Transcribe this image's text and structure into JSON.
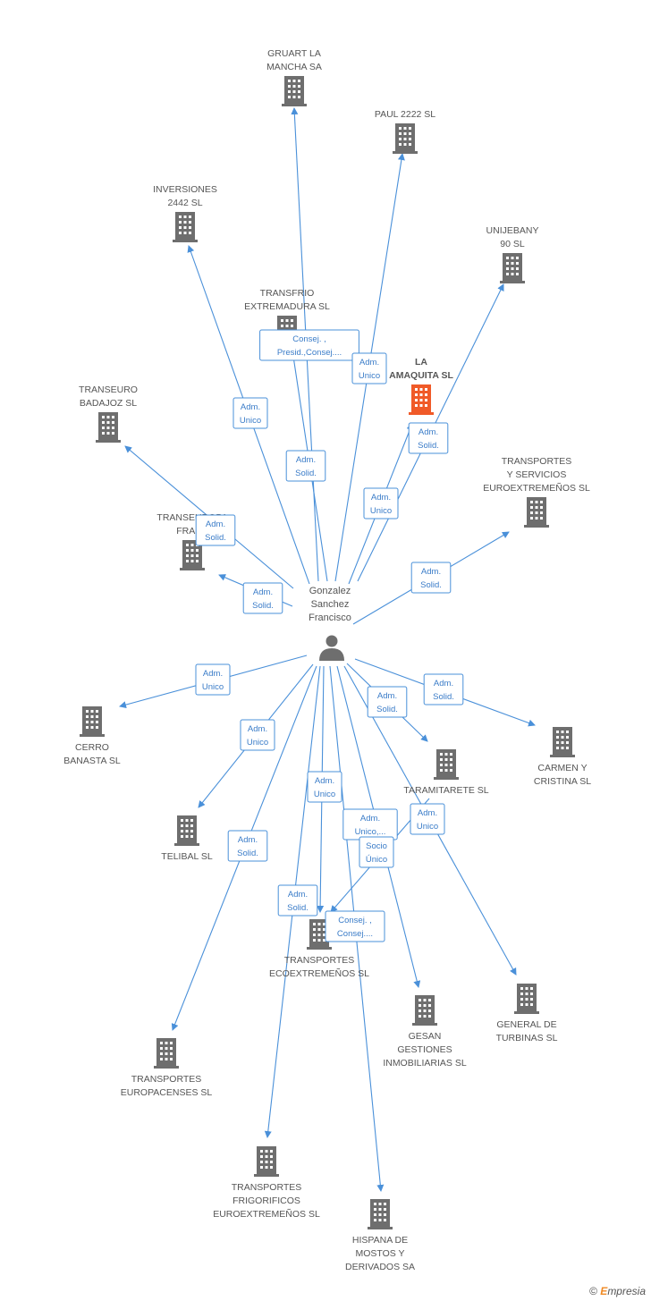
{
  "center": {
    "name_lines": [
      "Gonzalez",
      "Sanchez",
      "Francisco"
    ]
  },
  "companies": [
    {
      "id": "gruart",
      "lines": [
        "GRUART LA",
        "MANCHA SA"
      ],
      "highlight": false
    },
    {
      "id": "paul",
      "lines": [
        "PAUL 2222 SL"
      ],
      "highlight": false
    },
    {
      "id": "inversiones",
      "lines": [
        "INVERSIONES",
        "2442 SL"
      ],
      "highlight": false
    },
    {
      "id": "unijebany",
      "lines": [
        "UNIJEBANY",
        "90 SL"
      ],
      "highlight": false
    },
    {
      "id": "transfrio",
      "lines": [
        "TRANSFRIO",
        "EXTREMADURA SL"
      ],
      "highlight": false
    },
    {
      "id": "lamaquita",
      "lines": [
        "LA",
        "AMAQUITA SL"
      ],
      "highlight": true
    },
    {
      "id": "transeuro",
      "lines": [
        "TRANSEURO",
        "BADAJOZ SL"
      ],
      "highlight": false
    },
    {
      "id": "transervicios",
      "lines": [
        "TRANSPORTES",
        "Y SERVICIOS",
        "EUROEXTREMEÑOS SL"
      ],
      "highlight": false
    },
    {
      "id": "transeuropa",
      "lines": [
        "TRANSEUROPA",
        "FRANY"
      ],
      "highlight": false
    },
    {
      "id": "cerro",
      "lines": [
        "CERRO",
        "BANASTA SL"
      ],
      "highlight": false
    },
    {
      "id": "carmen",
      "lines": [
        "CARMEN Y",
        "CRISTINA SL"
      ],
      "highlight": false
    },
    {
      "id": "taramitarete",
      "lines": [
        "TARAMITARETE SL"
      ],
      "highlight": false
    },
    {
      "id": "telibal",
      "lines": [
        "TELIBAL SL"
      ],
      "highlight": false
    },
    {
      "id": "ecoextremenos",
      "lines": [
        "TRANSPORTES",
        "ECOEXTREMEÑOS SL"
      ],
      "highlight": false
    },
    {
      "id": "gesan",
      "lines": [
        "GESAN",
        "GESTIONES",
        "INMOBILIARIAS SL"
      ],
      "highlight": false
    },
    {
      "id": "general",
      "lines": [
        "GENERAL DE",
        "TURBINAS SL"
      ],
      "highlight": false
    },
    {
      "id": "europacenses",
      "lines": [
        "TRANSPORTES",
        "EUROPACENSES SL"
      ],
      "highlight": false
    },
    {
      "id": "frigorificos",
      "lines": [
        "TRANSPORTES",
        "FRIGORIFICOS",
        "EUROEXTREMEÑOS SL"
      ],
      "highlight": false
    },
    {
      "id": "hispana",
      "lines": [
        "HISPANA DE",
        "MOSTOS Y",
        "DERIVADOS SA"
      ],
      "highlight": false
    }
  ],
  "relations": [
    {
      "target": "gruart",
      "lines": [
        "Consej. ,",
        "Presid.,Consej...."
      ]
    },
    {
      "target": "paul",
      "lines": [
        "Adm.",
        "Unico"
      ]
    },
    {
      "target": "inversiones",
      "lines": [
        "Adm.",
        "Unico"
      ]
    },
    {
      "target": "unijebany",
      "lines": [
        "Adm.",
        "Unico"
      ]
    },
    {
      "target": "transfrio",
      "lines": [
        "Adm.",
        "Solid."
      ]
    },
    {
      "target": "lamaquita",
      "lines": [
        "Adm.",
        "Solid."
      ]
    },
    {
      "target": "transeuro",
      "lines": [
        "Adm.",
        "Solid."
      ]
    },
    {
      "target": "transervicios",
      "lines": [
        "Adm.",
        "Solid."
      ]
    },
    {
      "target": "transeuropa",
      "lines": [
        "Adm.",
        "Solid."
      ]
    },
    {
      "target": "cerro",
      "lines": [
        "Adm.",
        "Unico"
      ]
    },
    {
      "target": "carmen",
      "lines": [
        "Adm.",
        "Solid."
      ]
    },
    {
      "target": "taramitarete",
      "lines": [
        "Adm.",
        "Solid."
      ]
    },
    {
      "target": "telibal",
      "lines": [
        "Adm.",
        "Unico"
      ]
    },
    {
      "target": "ecoextremenos_a",
      "lines": [
        "Adm.",
        "Unico"
      ]
    },
    {
      "target": "gesan",
      "lines": [
        "Adm.",
        "Unico,..."
      ]
    },
    {
      "target": "general",
      "lines": [
        "Adm.",
        "Unico"
      ]
    },
    {
      "target": "ecoextremenos_b",
      "lines": [
        "Socio",
        "Único"
      ]
    },
    {
      "target": "europacenses",
      "lines": [
        "Adm.",
        "Solid."
      ]
    },
    {
      "target": "frigorificos",
      "lines": [
        "Adm.",
        "Solid."
      ]
    },
    {
      "target": "hispana",
      "lines": [
        "Consej. ,",
        "Consej...."
      ]
    }
  ],
  "colors": {
    "edge": "#4a90d9",
    "building": "#6e6e6e",
    "building_highlight": "#f05a28",
    "person": "#6e6e6e"
  },
  "brand": {
    "symbol": "©",
    "e": "E",
    "rest": "mpresia"
  }
}
